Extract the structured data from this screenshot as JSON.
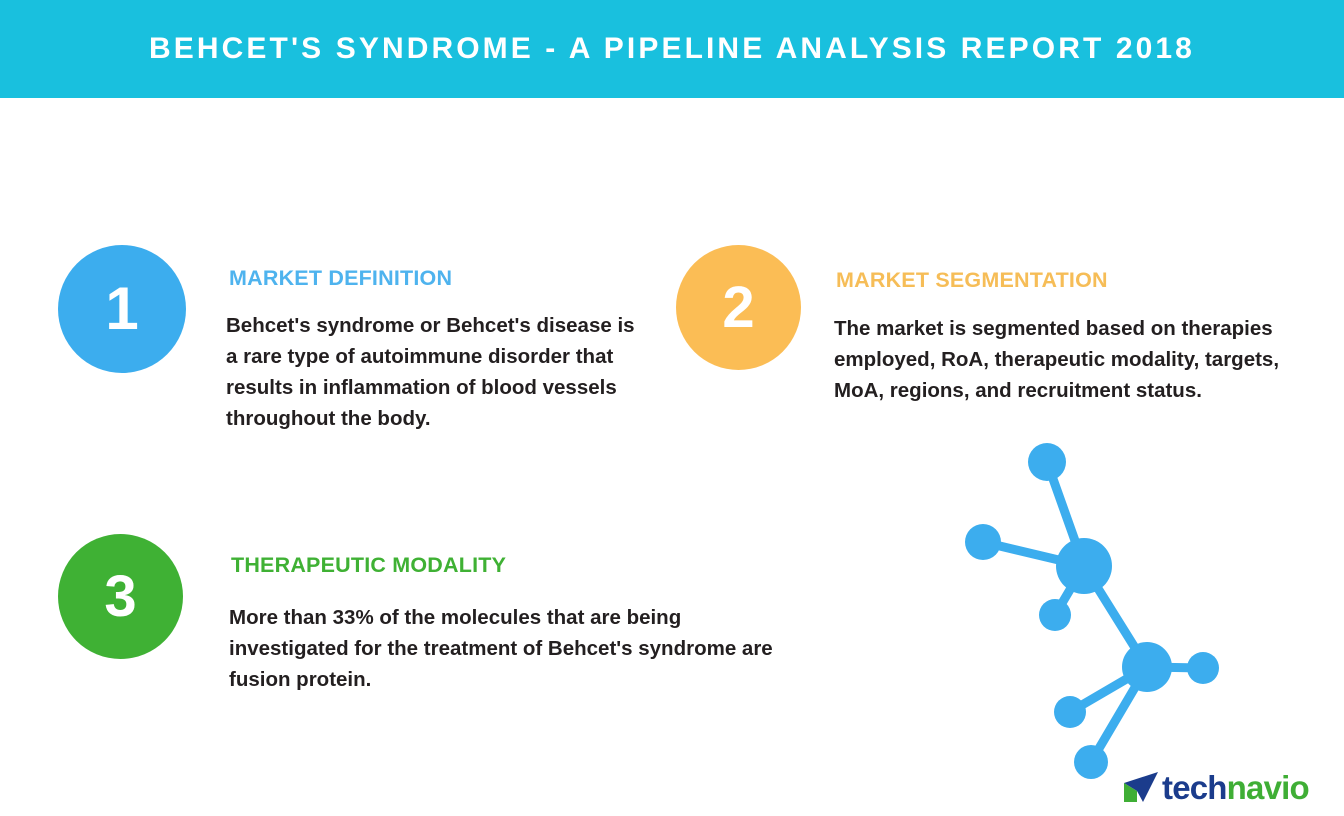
{
  "header": {
    "title": "BEHCET'S SYNDROME - A PIPELINE ANALYSIS REPORT 2018",
    "background_color": "#19C0DE",
    "text_color": "#FFFFFF"
  },
  "sections": [
    {
      "number": "1",
      "heading": "MARKET DEFINITION",
      "body": "Behcet's syndrome or Behcet's disease is a rare type of autoimmune disorder that results in inflammation of blood vessels throughout the body.",
      "accent_color": "#3CADEE"
    },
    {
      "number": "2",
      "heading": "MARKET SEGMENTATION",
      "body": "The market is segmented based on therapies employed, RoA, therapeutic modality, targets, MoA, regions, and recruitment status.",
      "accent_color": "#FBBD55"
    },
    {
      "number": "3",
      "heading": "THERAPEUTIC MODALITY",
      "body": "More than 33% of the molecules that are being investigated for the treatment of Behcet's syndrome are fusion protein.",
      "accent_color": "#3FB134"
    }
  ],
  "graphic": {
    "name": "molecule-network-illustration",
    "color": "#3CADEE"
  },
  "logo": {
    "mark": "paper-plane-icon",
    "word_primary": "tech",
    "word_secondary": "navio",
    "primary_color": "#1B3C8C",
    "secondary_color": "#3FAE35"
  }
}
